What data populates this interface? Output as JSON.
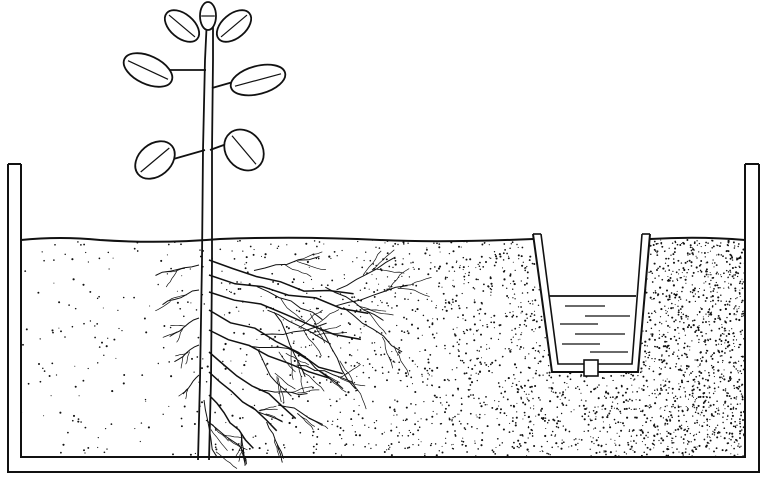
{
  "figure": {
    "subject": "plant-root-growth-toward-water-source",
    "colors": {
      "ink": "#111111",
      "background": "#ffffff"
    },
    "elements": [
      "container",
      "soil",
      "plant",
      "roots",
      "water-pot"
    ]
  }
}
